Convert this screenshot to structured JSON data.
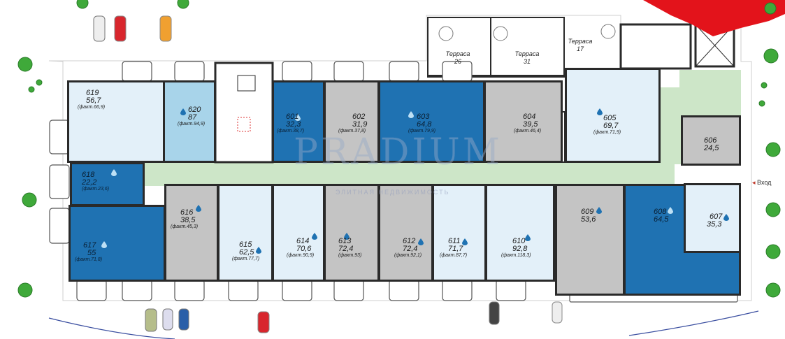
{
  "colors": {
    "dark_blue": "#1f72b2",
    "light_blue": "#e3f0f9",
    "mid_blue": "#a8d4ea",
    "grey": "#c4c4c4",
    "corridor": "#cde6c8",
    "wall": "#2a2a2a",
    "badge_red": "#e3131b"
  },
  "units": [
    {
      "num": "619",
      "area": "56,7",
      "fakt": "(факт.66,9)"
    },
    {
      "num": "620",
      "area": "87",
      "fakt": "(факт.94,9)"
    },
    {
      "num": "601",
      "area": "32,3",
      "fakt": "(факт.38,7)"
    },
    {
      "num": "602",
      "area": "31,9",
      "fakt": "(факт.37,8)"
    },
    {
      "num": "603",
      "area": "64,8",
      "fakt": "(факт.79,9)"
    },
    {
      "num": "604",
      "area": "39,5",
      "fakt": "(факт.46,4)"
    },
    {
      "num": "605",
      "area": "69,7",
      "fakt": "(факт.71,9)"
    },
    {
      "num": "606",
      "area": "24,5",
      "fakt": ""
    },
    {
      "num": "618",
      "area": "22,2",
      "fakt": "(факт.23,6)"
    },
    {
      "num": "617",
      "area": "55",
      "fakt": "(факт.71,8)"
    },
    {
      "num": "616",
      "area": "38,5",
      "fakt": "(факт.45,3)"
    },
    {
      "num": "615",
      "area": "62,5",
      "fakt": "(факт.77,7)"
    },
    {
      "num": "614",
      "area": "70,6",
      "fakt": "(факт.90,9)"
    },
    {
      "num": "613",
      "area": "72,4",
      "fakt": "(факт.93)"
    },
    {
      "num": "612",
      "area": "72,4",
      "fakt": "(факт.92,1)"
    },
    {
      "num": "611",
      "area": "71,7",
      "fakt": "(факт.87,7)"
    },
    {
      "num": "610",
      "area": "92,8",
      "fakt": "(факт.118,3)"
    },
    {
      "num": "609",
      "area": "53,6",
      "fakt": ""
    },
    {
      "num": "608",
      "area": "64,5",
      "fakt": ""
    },
    {
      "num": "607",
      "area": "35,3",
      "fakt": ""
    }
  ],
  "terraces": [
    {
      "label": "Терраса",
      "area": "26"
    },
    {
      "label": "Терраса",
      "area": "31"
    },
    {
      "label": "Терраса",
      "area": "17"
    }
  ],
  "entrance": {
    "label": "Вход",
    "arrow": "◂"
  },
  "watermark": {
    "brand": "PRADIUM",
    "tagline": "ЭЛИТНАЯ НЕДВИЖИМОСТЬ"
  }
}
